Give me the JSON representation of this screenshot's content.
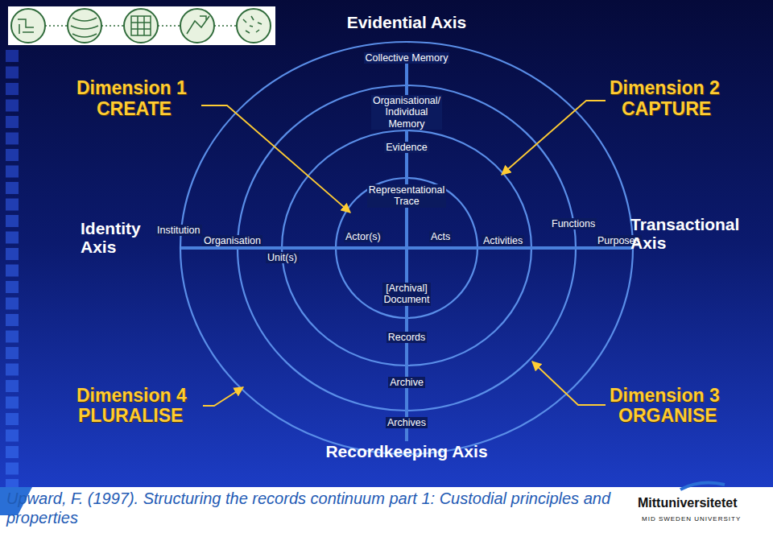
{
  "diagram": {
    "caption": "Upward, F. (1997). Structuring the records continuum part 1: Custodial principles and properties",
    "labels": [
      "Evidential Axis",
      "Collective Memory",
      "Dimension 1",
      "CREATE",
      "Organisational/ Individual Memory",
      "Dimension 2",
      "CAPTURE",
      "Evidence",
      "Representational Trace",
      "Identity Axis",
      "Institution",
      "Organisation",
      "Unit(s)",
      "Actor(s)",
      "Acts",
      "Activities",
      "Functions",
      "Purposes",
      "Transactional Axis",
      "[Archival] Document",
      "Records",
      "Archive",
      "Archives",
      "Dimension 4",
      "PLURALISE",
      "Dimension 3",
      "ORGANISE",
      "Recordkeeping Axis",
      "Mittuniversitetet",
      "MID SWEDEN UNIVERSITY"
    ]
  }
}
